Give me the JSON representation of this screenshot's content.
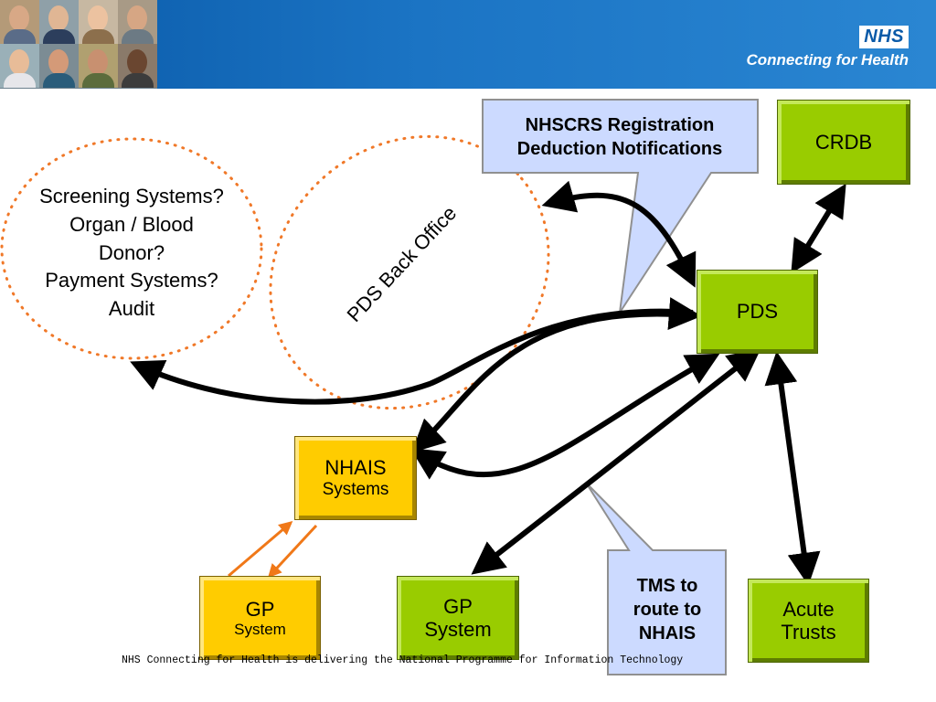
{
  "header": {
    "logo_text": "NHS",
    "tagline": "Connecting for Health"
  },
  "nodes": {
    "crdb": "CRDB",
    "pds": "PDS",
    "nhais_line1": "NHAIS",
    "nhais_line2": "Systems",
    "gp_system_yellow_line1": "GP",
    "gp_system_yellow_line2": "System",
    "gp_system_green_line1": "GP",
    "gp_system_green_line2": "System",
    "acute_trusts_line1": "Acute",
    "acute_trusts_line2": "Trusts"
  },
  "callouts": {
    "nhscrs_line1": "NHSCRS Registration",
    "nhscrs_line2": "Deduction Notifications",
    "tms_line1": "TMS to",
    "tms_line2": "route to",
    "tms_line3": "NHAIS"
  },
  "ellipses": {
    "screening_line1": "Screening Systems?",
    "screening_line2": "Organ / Blood",
    "screening_line3": "Donor?",
    "screening_line4": "Payment Systems?",
    "screening_line5": "Audit",
    "pds_back_office": "PDS Back Office"
  },
  "footer": {
    "text": "NHS Connecting for Health is delivering the National Programme for Information Technology"
  },
  "colors": {
    "green_box": "#99cc00",
    "yellow_box": "#ffcc00",
    "callout_fill": "#ccdaff",
    "dotted_ellipse": "#f07828",
    "header_blue": "#0a5aa8",
    "orange_arrow": "#f07818"
  }
}
